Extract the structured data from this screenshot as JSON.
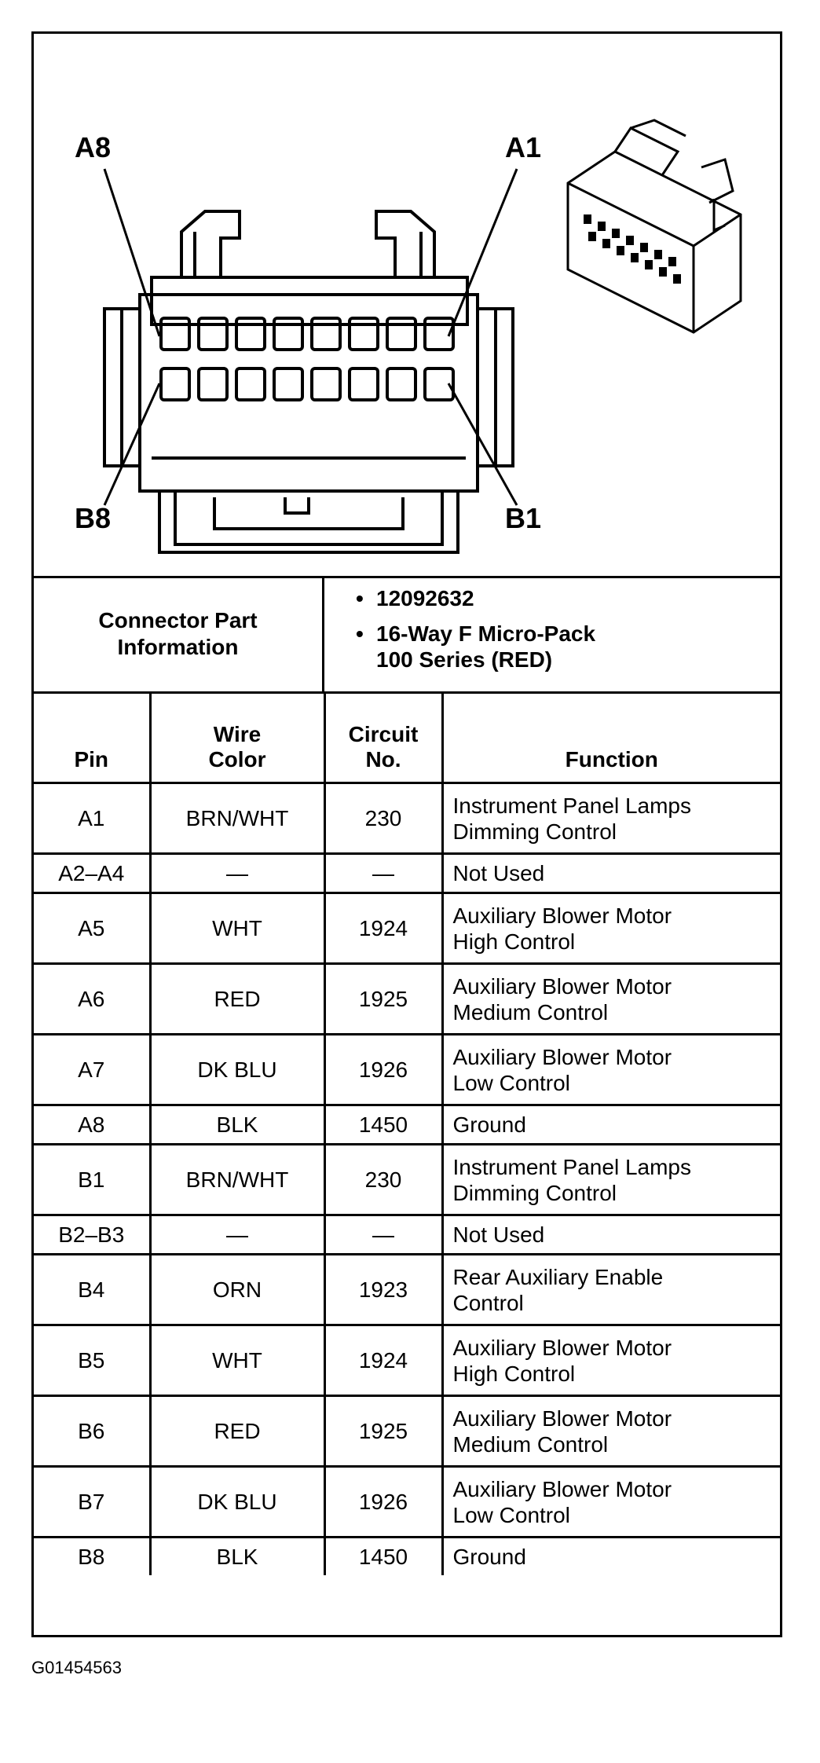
{
  "figure": {
    "labels": {
      "a8": "A8",
      "a1": "A1",
      "b8": "B8",
      "b1": "B1"
    },
    "connector_icon": "connector-3d-icon"
  },
  "connector_info": {
    "heading_line1": "Connector Part",
    "heading_line2": "Information",
    "bullet": "•",
    "part_number": "12092632",
    "description_line1": "16-Way F Micro-Pack",
    "description_line2": "100 Series (RED)"
  },
  "table": {
    "headers": {
      "pin": "Pin",
      "wire_line1": "Wire",
      "wire_line2": "Color",
      "circuit_line1": "Circuit",
      "circuit_line2": "No.",
      "function": "Function"
    },
    "rows": [
      {
        "pin": "A1",
        "wire": "BRN/WHT",
        "circuit": "230",
        "func1": "Instrument Panel Lamps",
        "func2": "Dimming Control"
      },
      {
        "pin": "A2–A4",
        "wire": "—",
        "circuit": "—",
        "func1": "Not Used",
        "func2": ""
      },
      {
        "pin": "A5",
        "wire": "WHT",
        "circuit": "1924",
        "func1": "Auxiliary Blower Motor",
        "func2": "High Control"
      },
      {
        "pin": "A6",
        "wire": "RED",
        "circuit": "1925",
        "func1": "Auxiliary Blower Motor",
        "func2": "Medium Control"
      },
      {
        "pin": "A7",
        "wire": "DK BLU",
        "circuit": "1926",
        "func1": "Auxiliary Blower Motor",
        "func2": "Low Control"
      },
      {
        "pin": "A8",
        "wire": "BLK",
        "circuit": "1450",
        "func1": "Ground",
        "func2": ""
      },
      {
        "pin": "B1",
        "wire": "BRN/WHT",
        "circuit": "230",
        "func1": "Instrument Panel Lamps",
        "func2": "Dimming Control"
      },
      {
        "pin": "B2–B3",
        "wire": "—",
        "circuit": "—",
        "func1": "Not Used",
        "func2": ""
      },
      {
        "pin": "B4",
        "wire": "ORN",
        "circuit": "1923",
        "func1": "Rear Auxiliary Enable",
        "func2": "Control"
      },
      {
        "pin": "B5",
        "wire": "WHT",
        "circuit": "1924",
        "func1": "Auxiliary Blower Motor",
        "func2": "High Control"
      },
      {
        "pin": "B6",
        "wire": "RED",
        "circuit": "1925",
        "func1": "Auxiliary Blower Motor",
        "func2": "Medium Control"
      },
      {
        "pin": "B7",
        "wire": "DK BLU",
        "circuit": "1926",
        "func1": "Auxiliary Blower Motor",
        "func2": "Low Control"
      },
      {
        "pin": "B8",
        "wire": "BLK",
        "circuit": "1450",
        "func1": "Ground",
        "func2": ""
      }
    ]
  },
  "footer": {
    "figure_id": "G01454563"
  }
}
